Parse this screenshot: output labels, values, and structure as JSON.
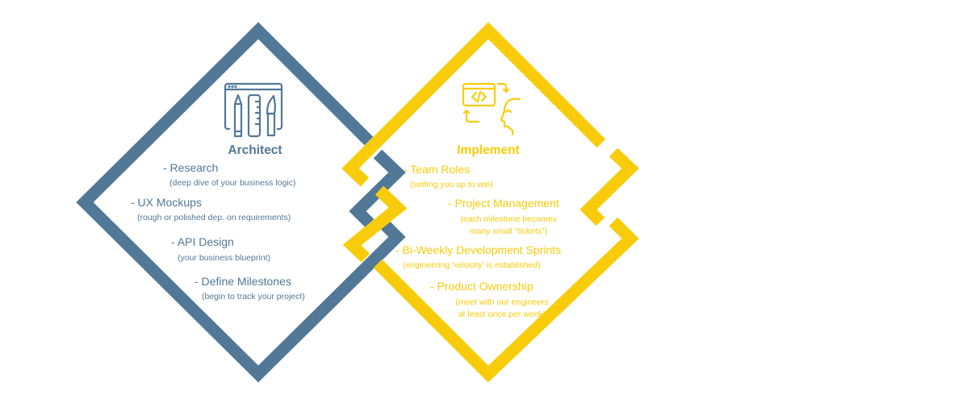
{
  "colors": {
    "architect": "#527898",
    "implement": "#f8cc0a"
  },
  "architect": {
    "icon": "design-tools-icon",
    "title": "Architect",
    "items": [
      {
        "label": "- Research",
        "note": "(deep dive of your business logic)"
      },
      {
        "label": "- UX Mockups",
        "note": "(rough or polished dep. on requirements)"
      },
      {
        "label": "- API Design",
        "note": "(your business blueprint)"
      },
      {
        "label": "- Define Milestones",
        "note": "(begin to track your project)"
      }
    ]
  },
  "implement": {
    "icon": "code-head-cycle-icon",
    "title": "Implement",
    "items": [
      {
        "label": "- Team Roles",
        "note": "(setting you up to win)"
      },
      {
        "label": "- Project Management",
        "note": "(each milestone becomes",
        "note2": "many small “tickets”)"
      },
      {
        "label": "- Bi-Weekly Development Sprints",
        "note": "(engineering ‘velocity’ is established)"
      },
      {
        "label": "- Product Ownership",
        "note": "(meet with our engineers",
        "note2": "at least once per week)"
      }
    ]
  }
}
